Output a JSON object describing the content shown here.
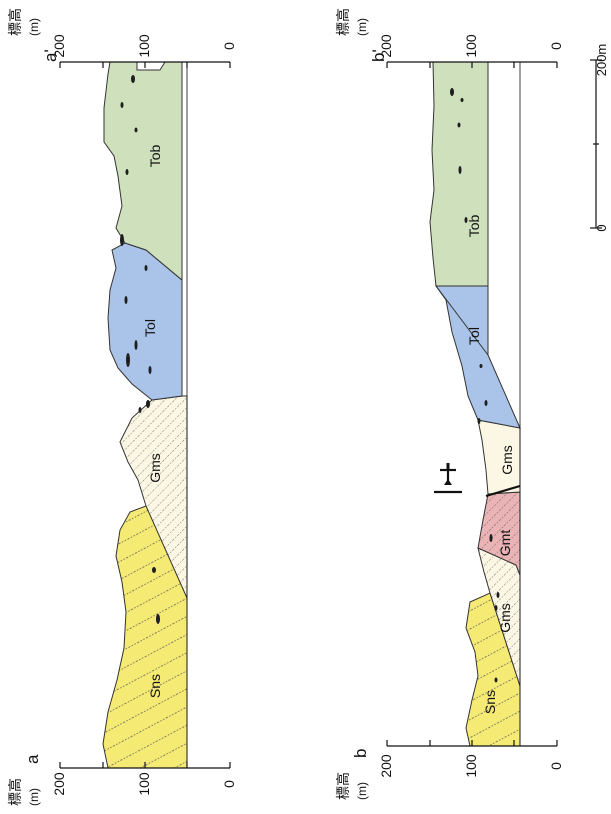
{
  "sections": [
    {
      "id": "a",
      "start_label": "a",
      "end_label": "a'",
      "axis_title": "標高",
      "axis_unit": "(m)",
      "elevation_ticks": [
        "200",
        "100",
        "0"
      ],
      "units": [
        {
          "code": "Sns",
          "color": "#f5ea74"
        },
        {
          "code": "Gms",
          "color": "#fbf7e4"
        },
        {
          "code": "Tol",
          "color": "#a9c4e8"
        },
        {
          "code": "Tob",
          "color": "#cfe0bd"
        }
      ]
    },
    {
      "id": "b",
      "start_label": "b",
      "end_label": "b'",
      "axis_title": "標高",
      "axis_unit": "(m)",
      "elevation_ticks": [
        "200",
        "100",
        "0"
      ],
      "units": [
        {
          "code": "Sns",
          "color": "#f5ea74"
        },
        {
          "code": "Gms",
          "color": "#fbf7e4"
        },
        {
          "code": "Gmt",
          "color": "#eab3b5"
        },
        {
          "code": "Tol",
          "color": "#a9c4e8"
        },
        {
          "code": "Tob",
          "color": "#cfe0bd"
        }
      ]
    }
  ],
  "scale_bar": {
    "start": "0",
    "end": "200m"
  }
}
